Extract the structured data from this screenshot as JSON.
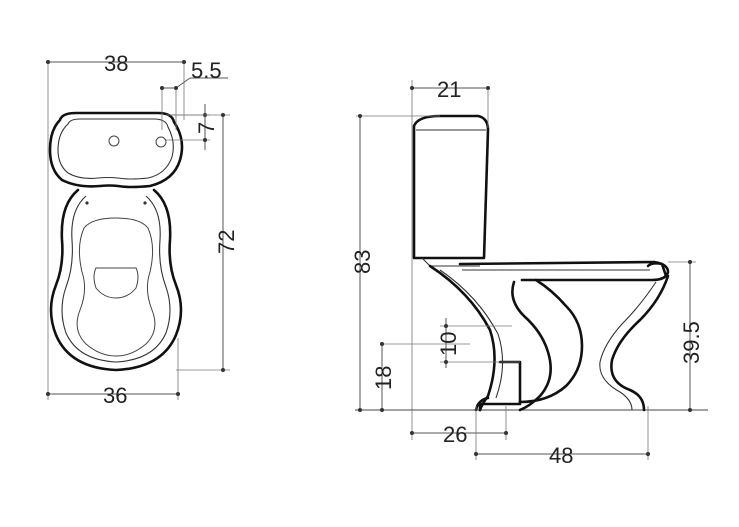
{
  "drawing": {
    "top_view": {
      "dimensions": {
        "overall_width": "38",
        "cistern_offset": "5.5",
        "cistern_inset": "7",
        "overall_depth": "72",
        "base_width": "36"
      }
    },
    "side_view": {
      "dimensions": {
        "cistern_depth": "21",
        "overall_height": "83",
        "rim_height": "39.5",
        "outlet_offset": "10",
        "outlet_height": "18",
        "outlet_wall_distance": "26",
        "base_length": "48"
      }
    }
  }
}
